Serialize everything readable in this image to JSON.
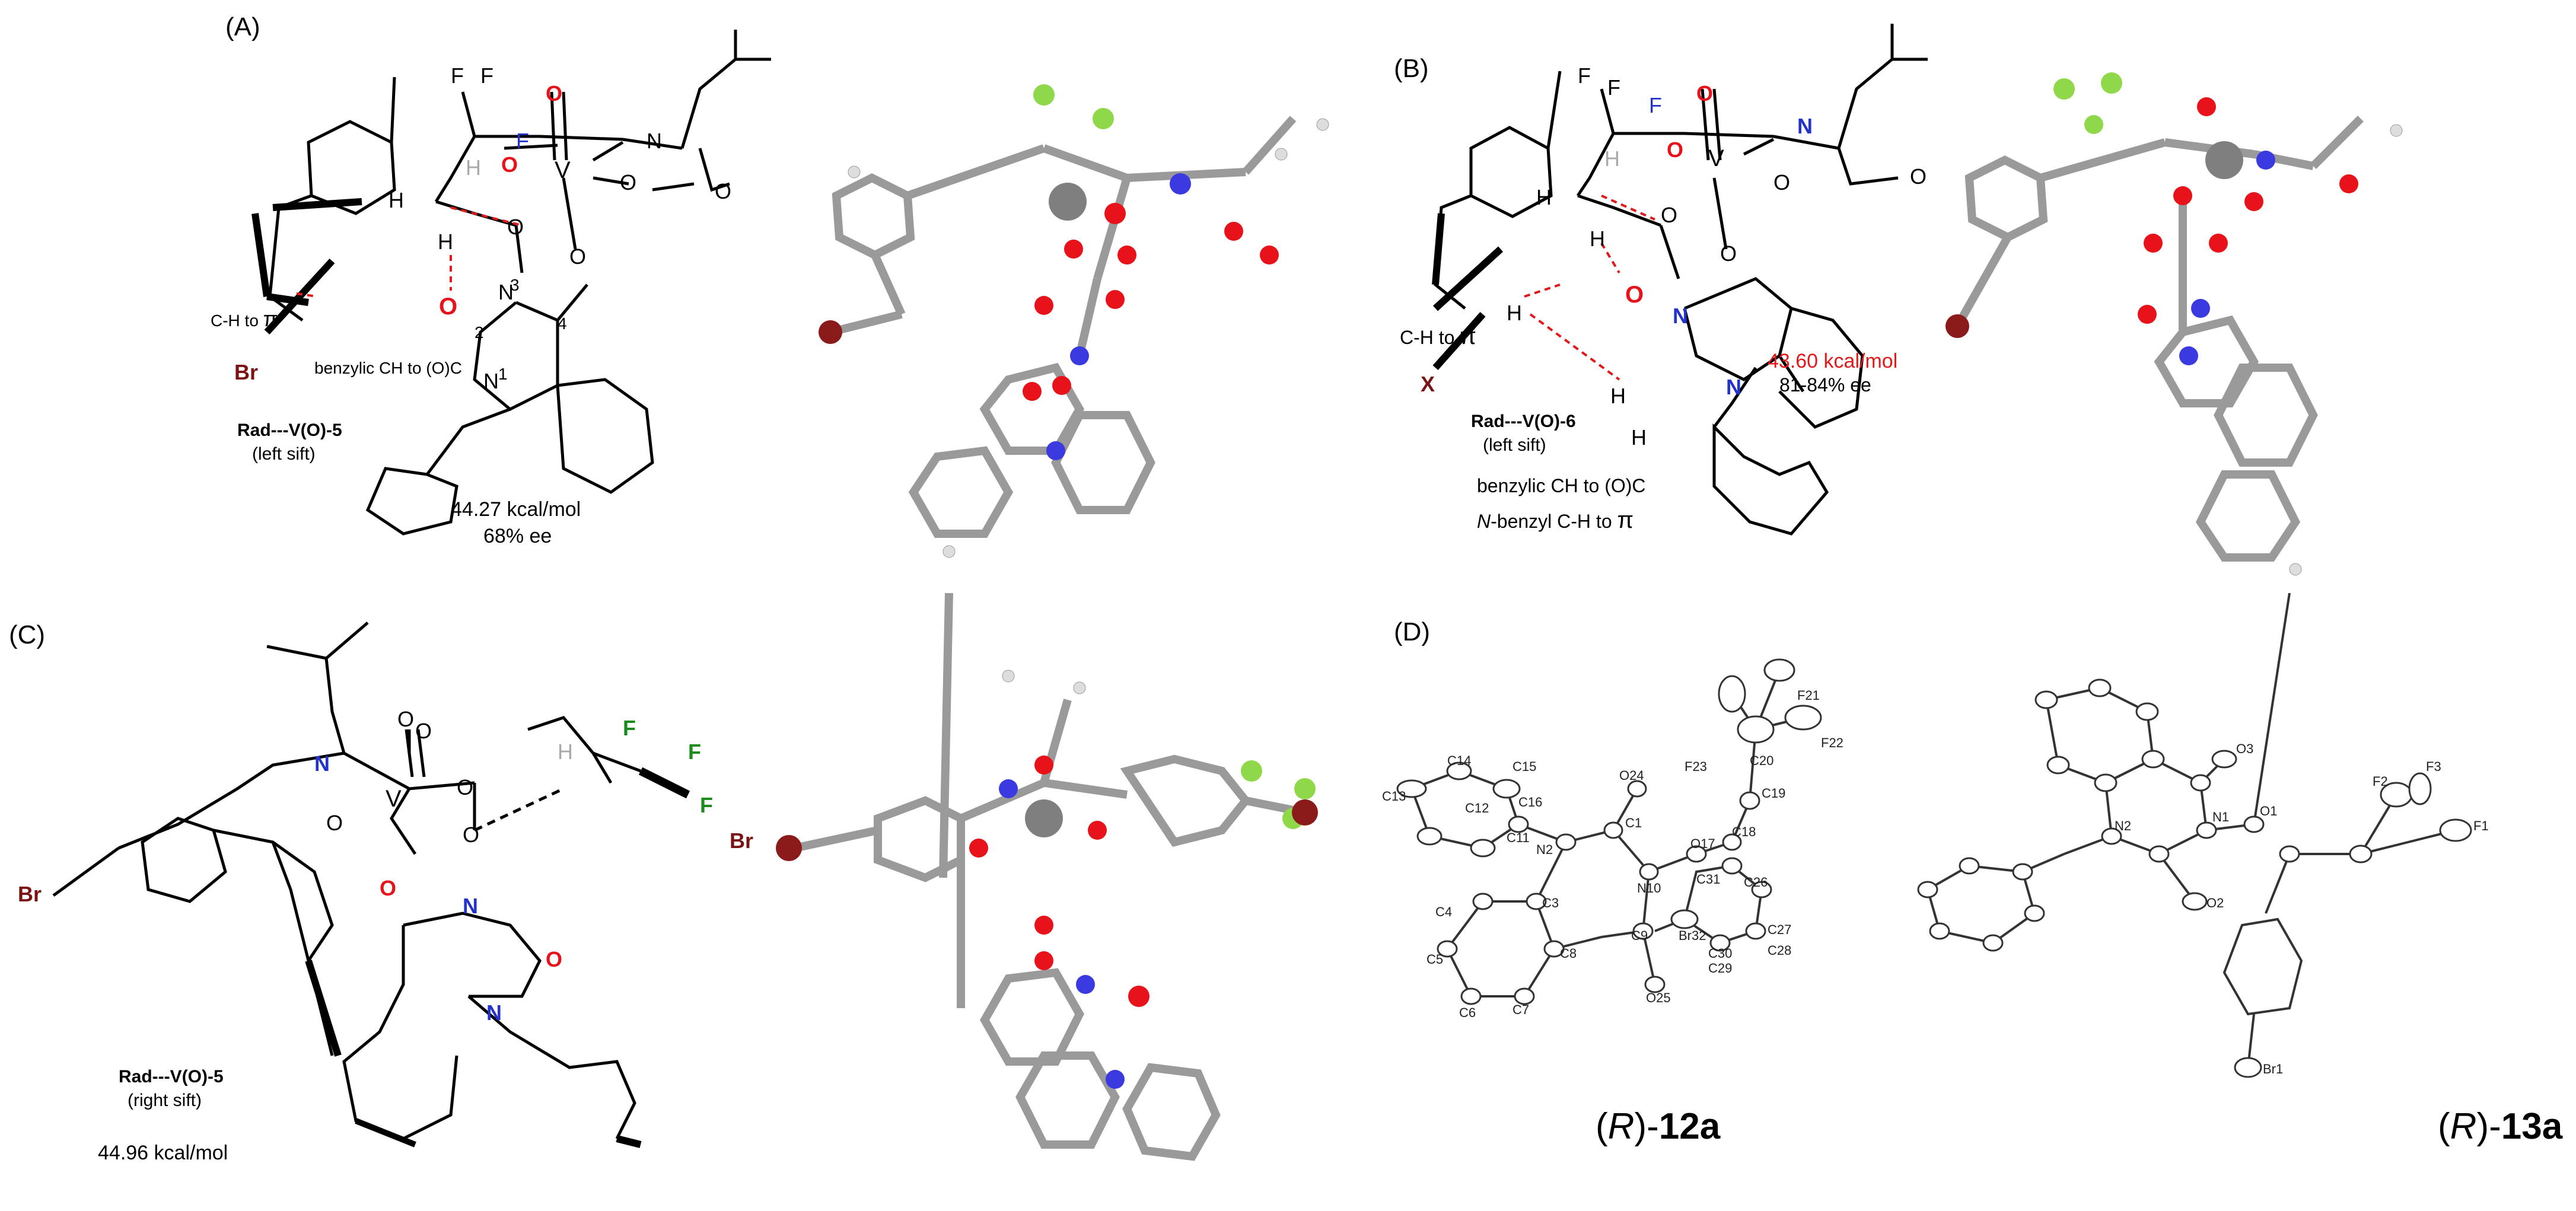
{
  "panels": {
    "A": {
      "label": "(A)",
      "name": "Rad---V(O)-5",
      "sift": "(left sift)",
      "energy": "44.27 kcal/mol",
      "ee": "68% ee",
      "annot_ch_pi": "C-H to",
      "annot_benzylic": "benzylic CH to (O)C",
      "atoms": {
        "br": "Br",
        "h": "H",
        "f": "F",
        "o": "O",
        "n": "N",
        "v": "V",
        "n3": "3",
        "n1": "1",
        "c2": "2",
        "c4": "4",
        "pi": "π"
      }
    },
    "B": {
      "label": "(B)",
      "name": "Rad---V(O)-6",
      "sift": "(left sift)",
      "energy": "43.60 kcal/mol",
      "ee": "81-84% ee",
      "annot_ch_pi": "C-H to",
      "annot_benzylic": "benzylic CH to (O)C",
      "annot_nbenzyl_n": "N",
      "annot_nbenzyl": "-benzyl C-H to",
      "atoms": {
        "x": "X",
        "h": "H",
        "f": "F",
        "o": "O",
        "n": "N",
        "v": "V",
        "pi": "π"
      }
    },
    "C": {
      "label": "(C)",
      "name": "Rad---V(O)-5",
      "sift": "(right sift)",
      "energy": "44.96 kcal/mol",
      "atoms": {
        "br": "Br",
        "f": "F",
        "o": "O",
        "n": "N",
        "v": "V",
        "h": "H"
      }
    },
    "D": {
      "label": "(D)",
      "compound_12a_prefix": "(",
      "compound_12a_r": "R",
      "compound_12a_suffix": ")-",
      "compound_12a_id": "12a",
      "compound_13a_r": "R",
      "compound_13a_id": "13a",
      "atoms_12a": [
        "C14",
        "C15",
        "C13",
        "C12",
        "C16",
        "C11",
        "O24",
        "C1",
        "O17",
        "C18",
        "F21",
        "F23",
        "C20",
        "F22",
        "C19",
        "N2",
        "N10",
        "C31",
        "C26",
        "Br32",
        "C30",
        "C27",
        "C3",
        "C4",
        "C8",
        "C9",
        "C5",
        "C7",
        "O25",
        "C29",
        "C28",
        "C6"
      ],
      "atoms_13a": [
        "O3",
        "N2",
        "N1",
        "O1",
        "F2",
        "F3",
        "F1",
        "O2",
        "Br1"
      ]
    }
  },
  "colors": {
    "oxygen": "#e8121a",
    "nitrogen": "#2233cc",
    "bromine": "#7a1414",
    "fluorine_green": "#1c8a1c",
    "energy_red": "#e0191b",
    "carbon": "#8a8a8a",
    "hbond": "#e0191b"
  }
}
